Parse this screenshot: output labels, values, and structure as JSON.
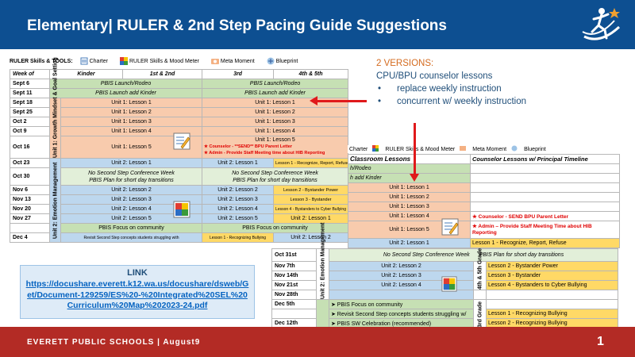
{
  "header": {
    "title": "Elementary| RULER & 2nd Step Pacing Guide Suggestions",
    "logo": "runner-star-logo"
  },
  "footer": {
    "text": "EVERETT  PUBLIC  SCHOOLS   |  August9",
    "page_number": "1"
  },
  "legend": {
    "label": "RULER Skills & TOOLS:",
    "items": [
      {
        "icon": "charter-icon",
        "label": "Charter"
      },
      {
        "icon": "mood-meter-icon",
        "label": "RULER Skills & Mood Meter"
      },
      {
        "icon": "meta-moment-icon",
        "label": "Meta Moment"
      },
      {
        "icon": "blueprint-icon",
        "label": "Blueprint"
      }
    ]
  },
  "versions": {
    "title": "2 VERSIONS:",
    "subtitle": "CPU/BPU counselor lessons",
    "bullets": [
      "replace weekly instruction",
      "concurrent w/ weekly instruction"
    ]
  },
  "main_table": {
    "headers": [
      "Week of",
      "Kinder",
      "1st & 2nd",
      "3rd",
      "4th & 5th"
    ],
    "rows": [
      {
        "week": "Sept 6",
        "left": "PBIS Launch/Rodeo",
        "right": "PBIS Launch/Rodeo"
      },
      {
        "week": "Sept 11",
        "left": "PBIS Launch    add Kinder",
        "right": "PBIS Launch    add Kinder"
      },
      {
        "week": "Sept 18",
        "left": "Unit 1: Lesson 1",
        "right": "Unit 1: Lesson 1"
      },
      {
        "week": "Sept 25",
        "left": "Unit 1: Lesson 2",
        "right": "Unit 1: Lesson 2"
      },
      {
        "week": "Oct 2",
        "left": "Unit 1: Lesson 3",
        "right": "Unit 1: Lesson 3"
      },
      {
        "week": "Oct 9",
        "left": "Unit 1: Lesson 4",
        "right": "Unit 1: Lesson 4"
      },
      {
        "week": "Oct 16",
        "left": "Unit 1: Lesson 5",
        "right": "Unit 1: Lesson 5",
        "note1": "★ Counselor - **SEND** BPU Parent Letter",
        "note2": "★ Admin - Provide Staff Meeting time about HIB Reporting"
      },
      {
        "week": "Oct 23",
        "left": "Unit 2: Lesson 1",
        "right_a": "Unit 2: Lesson 1",
        "right_b": "Lesson 1 - Recognize, Report, Refuse"
      },
      {
        "week": "Oct 30",
        "left": "No Second Step  Conference Week",
        "left2": "PBIS  Plan for short day transitions",
        "right": "No Second Step  Conference Week",
        "right2": "PBIS  Plan for short day transitions"
      },
      {
        "week": "Nov 6",
        "left": "Unit 2: Lesson 2",
        "right_a": "Unit 2: Lesson 2",
        "right_b": "Lesson 2 - Bystander Power"
      },
      {
        "week": "Nov 13",
        "left": "Unit 2: Lesson 3",
        "right_a": "Unit 2: Lesson 3",
        "right_b": "Lesson 3 - Bystander"
      },
      {
        "week": "Nov 20",
        "left": "Unit 2: Lesson 4",
        "right_a": "Unit 2: Lesson 4",
        "right_b": "Lesson 4 - Bystanders to Cyber Bullying"
      },
      {
        "week": "Nov 27",
        "left": "Unit 2: Lesson 5",
        "right_a": "Unit 2: Lesson 5",
        "right_b": "Unit 2: Lesson 1"
      },
      {
        "week": "",
        "left": "PBIS Focus on community",
        "right": "PBIS Focus on community"
      },
      {
        "week": "Dec 4",
        "left": "Revisit Second Step concepts students struggling with",
        "right_a": "Lesson 1 - Recognizing Bullying",
        "right_b": "Unit 2: Lesson 2"
      }
    ],
    "unit1_label": "Unit 1: Growth Mindset & Goal Setting",
    "unit2_label": "Unit 2: Emotion Management"
  },
  "overlay_table": {
    "legend_items": [
      "Charter",
      "RULER Skills & Mood Meter",
      "Meta Moment",
      "Blueprint"
    ],
    "col_left_header": "Classroom Lessons",
    "col_right_header": "Counselor Lessons w/ Principal Timeline",
    "rows": [
      {
        "text": "h/Rodeo"
      },
      {
        "text": "h    add Kinder"
      },
      {
        "text": "Unit 1: Lesson 1"
      },
      {
        "text": "Unit 1: Lesson 2"
      },
      {
        "text": "Unit 1: Lesson 3"
      },
      {
        "text": "Unit 1: Lesson 4",
        "note": "★ Counselor - SEND BPU Parent Letter"
      },
      {
        "text": "Unit 1: Lesson 5",
        "note": "★ Admin – Provide Staff Meeting Time about HIB Reporting"
      },
      {
        "text": "Unit 2: Lesson 1",
        "note": "Lesson 1 - Recognize, Report, Refuse"
      }
    ]
  },
  "bottom_table": {
    "unit_label": "Unit 2: Emotion Management",
    "grade_label_a": "4th & 5th Grade",
    "grade_label_b": "3rd Grade",
    "rows": [
      {
        "week": "Oct 31st",
        "text": "No Second Step  Conference Week",
        "text2": "PBIS  Plan for short day transitions"
      },
      {
        "week": "Nov 7th",
        "text": "Unit 2: Lesson 2",
        "note": "Lesson 2 - Bystander Power"
      },
      {
        "week": "Nov 14th",
        "text": "Unit 2: Lesson 3",
        "note": "Lesson 3 - Bystander"
      },
      {
        "week": "Nov 21st",
        "text": "Unit 2: Lesson 4",
        "note": "Lesson 4 - Bystanders to Cyber Bullying"
      },
      {
        "week": "Nov 28th",
        "text": ""
      },
      {
        "week": "Dec 5th",
        "text": "➤ PBIS Focus on community"
      },
      {
        "week": "",
        "text": "➤ Revisit Second Step concepts students struggling w/",
        "note": "Lesson 1 - Recognizing Bullying"
      },
      {
        "week": "Dec 12th",
        "text": "➤ PBIS SW Celebration (recommended)",
        "note": "Lesson 2 - Recognizing Bullying"
      }
    ]
  },
  "link": {
    "title": "LINK",
    "url": "https://docushare.everett.k12.wa.us/docushare/dsweb/Get/Document-129259/ES%20-%20Integrated%20SEL%20Curriculum%20Map%202023-24.pdf"
  },
  "colors": {
    "header": "#0d4f91",
    "footer": "#b32b25",
    "arrow": "#e0191b",
    "accent_text": "#d46a1e"
  }
}
